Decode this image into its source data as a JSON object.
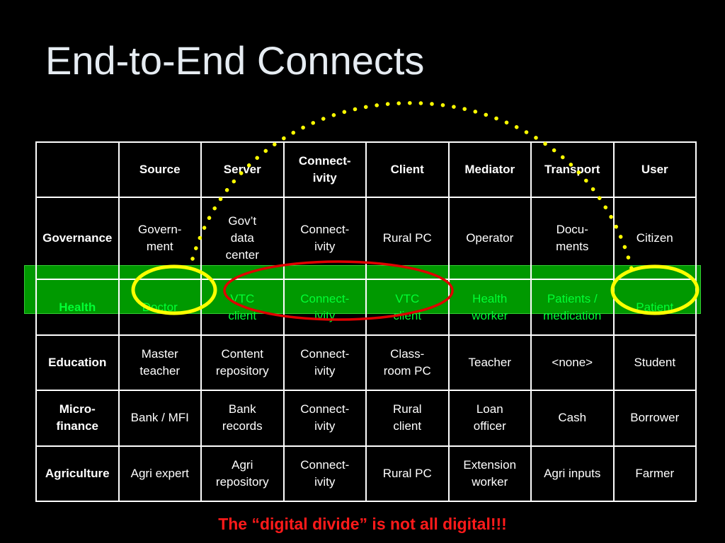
{
  "title": "End-to-End Connects",
  "table": {
    "headers": [
      "",
      "Source",
      "Server",
      "Connect-\nivity",
      "Client",
      "Mediator",
      "Transport",
      "User"
    ],
    "rows": [
      [
        "Governance",
        "Govern-\nment",
        "Gov’t\ndata\ncenter",
        "Connect-\nivity",
        "Rural PC",
        "Operator",
        "Docu-\nments",
        "Citizen"
      ],
      [
        "Health",
        "Doctor",
        "VTC\nclient",
        "Connect-\nivity",
        "VTC\nclient",
        "Health\nworker",
        "Patients /\nmedication",
        "Patient"
      ],
      [
        "Education",
        "Master\nteacher",
        "Content\nrepository",
        "Connect-\nivity",
        "Class-\nroom PC",
        "Teacher",
        "<none>",
        "Student"
      ],
      [
        "Micro-\nfinance",
        "Bank / MFI",
        "Bank\nrecords",
        "Connect-\nivity",
        "Rural\nclient",
        "Loan\nofficer",
        "Cash",
        "Borrower"
      ],
      [
        "Agriculture",
        "Agri expert",
        "Agri\nrepository",
        "Connect-\nivity",
        "Rural PC",
        "Extension\nworker",
        "Agri inputs",
        "Farmer"
      ]
    ]
  },
  "caption": "The “digital divide” is not all digital!!!",
  "colors": {
    "background": "#000000",
    "title": "#e6ecf2",
    "highlight_band": "#009900",
    "highlight_text": "#00ff33",
    "endpoint_circles": "#ffff00",
    "digital_ellipse": "#e00000",
    "arc_dots": "#ffff00",
    "caption": "#ff1a1a"
  }
}
